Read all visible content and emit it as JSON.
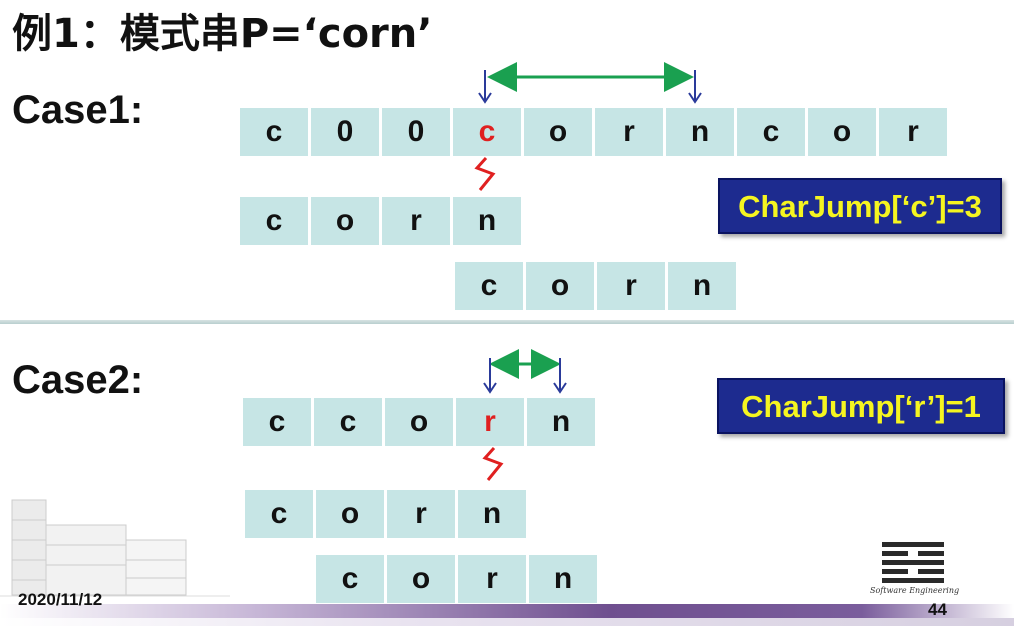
{
  "title": "例1：模式串P=‘corn’",
  "case1": {
    "label": "Case1:",
    "text_cells": [
      "c",
      "0",
      "0",
      "c",
      "o",
      "r",
      "n",
      "c",
      "o",
      "r"
    ],
    "highlight_index": 3,
    "pattern_before": [
      "c",
      "o",
      "r",
      "n"
    ],
    "pattern_after": [
      "c",
      "o",
      "r",
      "n"
    ],
    "jump_label": "CharJump[‘c’]=3"
  },
  "case2": {
    "label": "Case2:",
    "text_cells": [
      "c",
      "c",
      "o",
      "r",
      "n"
    ],
    "highlight_index": 3,
    "pattern_before": [
      "c",
      "o",
      "r",
      "n"
    ],
    "pattern_after": [
      "c",
      "o",
      "r",
      "n"
    ],
    "jump_label": "CharJump[‘r’]=1"
  },
  "footer": {
    "date": "2020/11/12",
    "page_number": "44",
    "logo_caption": "Software Engineering"
  },
  "colors": {
    "cell_bg": "#c6e5e5",
    "mismatch_red": "#e02020",
    "arrow_green": "#1aa050",
    "arrow_blue": "#2a3a9a",
    "jump_box_bg": "#1d2b8f",
    "jump_box_text": "#f5f520"
  }
}
